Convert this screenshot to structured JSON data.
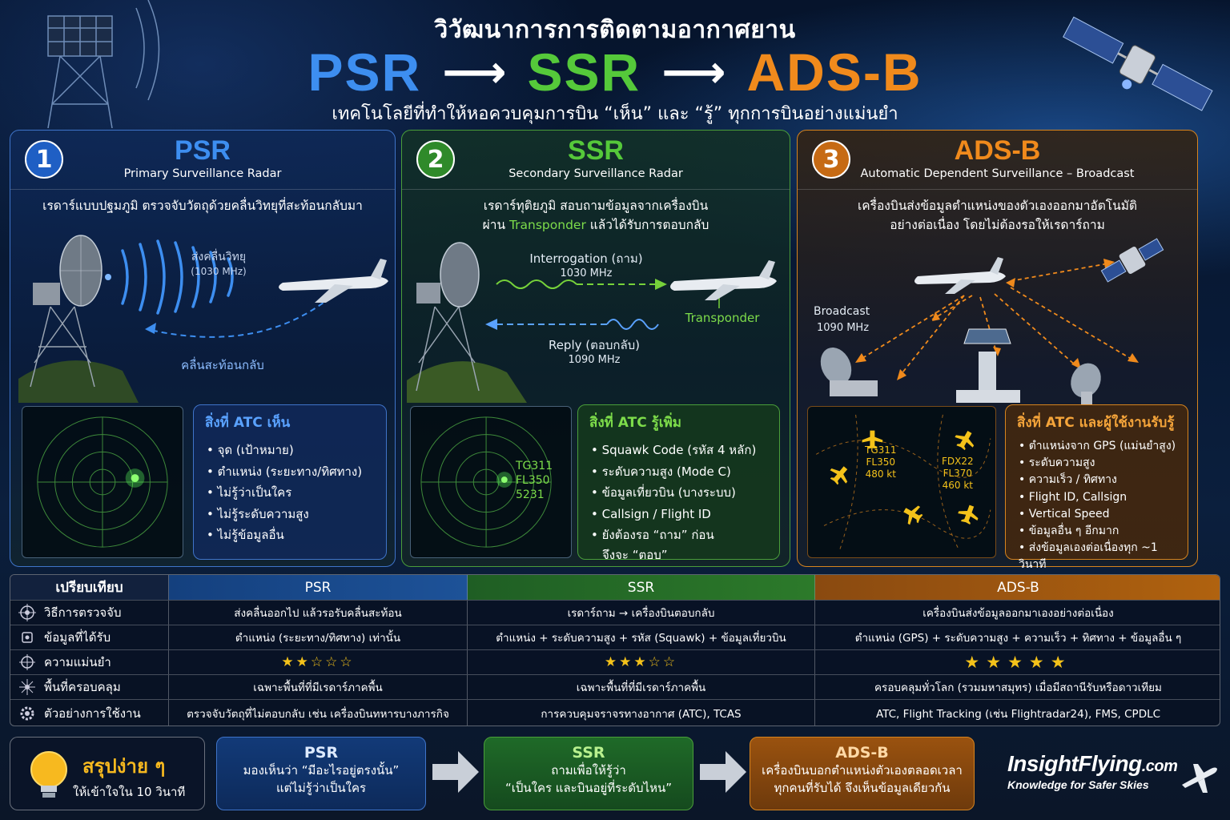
{
  "header": {
    "title": "วิวัฒนาการการติดตามอากาศยาน",
    "flow": [
      "PSR",
      "SSR",
      "ADS-B"
    ],
    "subtitle": "เทคโนโลยีที่ทำให้หอควบคุมการบิน “เห็น” และ “รู้” ทุกการบินอย่างแม่นยำ"
  },
  "colors": {
    "psr": "#3d8ef0",
    "ssr": "#55c93a",
    "adsb": "#f08a1c",
    "star": "#f4c21a"
  },
  "psr": {
    "number": "1",
    "name": "PSR",
    "full": "Primary Surveillance Radar",
    "desc": "เรดาร์แบบปฐมภูมิ ตรวจจับวัตถุด้วยคลื่นวิทยุที่สะท้อนกลับมา",
    "wave_label": "ส่งคลื่นวิทยุ",
    "wave_freq": "(1030 MHz)",
    "reflect_label": "คลื่นสะท้อนกลับ",
    "box_title": "สิ่งที่ ATC เห็น",
    "box_items": [
      "จุด (เป้าหมาย)",
      "ตำแหน่ง (ระยะทาง/ทิศทาง)",
      "ไม่รู้ว่าเป็นใคร",
      "ไม่รู้ระดับความสูง",
      "ไม่รู้ข้อมูลอื่น"
    ]
  },
  "ssr": {
    "number": "2",
    "name": "SSR",
    "full": "Secondary Surveillance Radar",
    "desc1": "เรดาร์ทุติยภูมิ สอบถามข้อมูลจากเครื่องบิน",
    "desc2_pre": "ผ่าน ",
    "desc2_hl": "Transponder",
    "desc2_post": " แล้วได้รับการตอบกลับ",
    "interrogation": "Interrogation (ถาม)",
    "interrogation_freq": "1030 MHz",
    "transponder": "Transponder",
    "reply": "Reply (ตอบกลับ)",
    "reply_freq": "1090 MHz",
    "target": [
      "TG311",
      "FL350",
      "5231"
    ],
    "box_title": "สิ่งที่ ATC รู้เพิ่ม",
    "box_items": [
      "Squawk Code (รหัส 4 หลัก)",
      "ระดับความสูง (Mode C)",
      "ข้อมูลเที่ยวบิน (บางระบบ)",
      "Callsign / Flight ID",
      "ยังต้องรอ “ถาม” ก่อน"
    ],
    "box_cont": "จึงจะ “ตอบ”"
  },
  "adsb": {
    "number": "3",
    "name": "ADS-B",
    "full": "Automatic Dependent Surveillance – Broadcast",
    "desc1": "เครื่องบินส่งข้อมูลตำแหน่งของตัวเองออกมาอัตโนมัติ",
    "desc2": "อย่างต่อเนื่อง โดยไม่ต้องรอให้เรดาร์ถาม",
    "broadcast": "Broadcast",
    "broadcast_freq": "1090 MHz",
    "t1": [
      "TG311",
      "FL350",
      "480 kt"
    ],
    "t2": [
      "FDX22",
      "FL370",
      "460 kt"
    ],
    "box_title": "สิ่งที่ ATC และผู้ใช้งานรับรู้",
    "box_items": [
      "ตำแหน่งจาก GPS (แม่นยำสูง)",
      "ระดับความสูง",
      "ความเร็ว / ทิศทาง",
      "Flight ID, Callsign",
      "Vertical Speed",
      "ข้อมูลอื่น ๆ อีกมาก",
      "ส่งข้อมูลเองต่อเนื่องทุก ~1 วินาที"
    ]
  },
  "table": {
    "headers": [
      "เปรียบเทียบ",
      "PSR",
      "SSR",
      "ADS-B"
    ],
    "rows": [
      {
        "label": "วิธีการตรวจจับ",
        "icon": "target-icon",
        "psr": "ส่งคลื่นออกไป แล้วรอรับคลื่นสะท้อน",
        "ssr": "เรดาร์ถาม → เครื่องบินตอบกลับ",
        "adsb": "เครื่องบินส่งข้อมูลออกมาเองอย่างต่อเนื่อง"
      },
      {
        "label": "ข้อมูลที่ได้รับ",
        "icon": "data-chip-icon",
        "psr": "ตำแหน่ง (ระยะทาง/ทิศทาง) เท่านั้น",
        "ssr": "ตำแหน่ง + ระดับความสูง + รหัส (Squawk) + ข้อมูลเที่ยวบิน",
        "adsb": "ตำแหน่ง (GPS) + ระดับความสูง + ความเร็ว + ทิศทาง + ข้อมูลอื่น ๆ"
      },
      {
        "label": "ความแม่นยำ",
        "icon": "crosshair-icon",
        "psr": "★★☆☆☆",
        "ssr": "★★★☆☆",
        "adsb": "★★★★★"
      },
      {
        "label": "พื้นที่ครอบคลุม",
        "icon": "network-icon",
        "psr": "เฉพาะพื้นที่ที่มีเรดาร์ภาคพื้น",
        "ssr": "เฉพาะพื้นที่ที่มีเรดาร์ภาคพื้น",
        "adsb": "ครอบคลุมทั่วโลก (รวมมหาสมุทร) เมื่อมีสถานีรับหรือดาวเทียม"
      },
      {
        "label": "ตัวอย่างการใช้งาน",
        "icon": "gear-icon",
        "psr": "ตรวจจับวัตถุที่ไม่ตอบกลับ เช่น เครื่องบินทหารบางภารกิจ",
        "ssr": "การควบคุมจราจรทางอากาศ (ATC), TCAS",
        "adsb": "ATC, Flight Tracking (เช่น Flightradar24), FMS, CPDLC"
      }
    ]
  },
  "summary": {
    "title": "สรุปง่าย ๆ",
    "sub": "ให้เข้าใจใน 10 วินาที",
    "psr": {
      "title": "PSR",
      "l1": "มองเห็นว่า “มีอะไรอยู่ตรงนั้น”",
      "l2": "แต่ไม่รู้ว่าเป็นใคร"
    },
    "ssr": {
      "title": "SSR",
      "l1": "ถามเพื่อให้รู้ว่า",
      "l2": "“เป็นใคร และบินอยู่ที่ระดับไหน”"
    },
    "adsb": {
      "title": "ADS-B",
      "l1": "เครื่องบินบอกตำแหน่งตัวเองตลอดเวลา",
      "l2": "ทุกคนที่รับได้ จึงเห็นข้อมูลเดียวกัน"
    }
  },
  "brand": {
    "name": "InsightFlying",
    "tld": ".com",
    "tagline": "Knowledge for Safer Skies"
  }
}
